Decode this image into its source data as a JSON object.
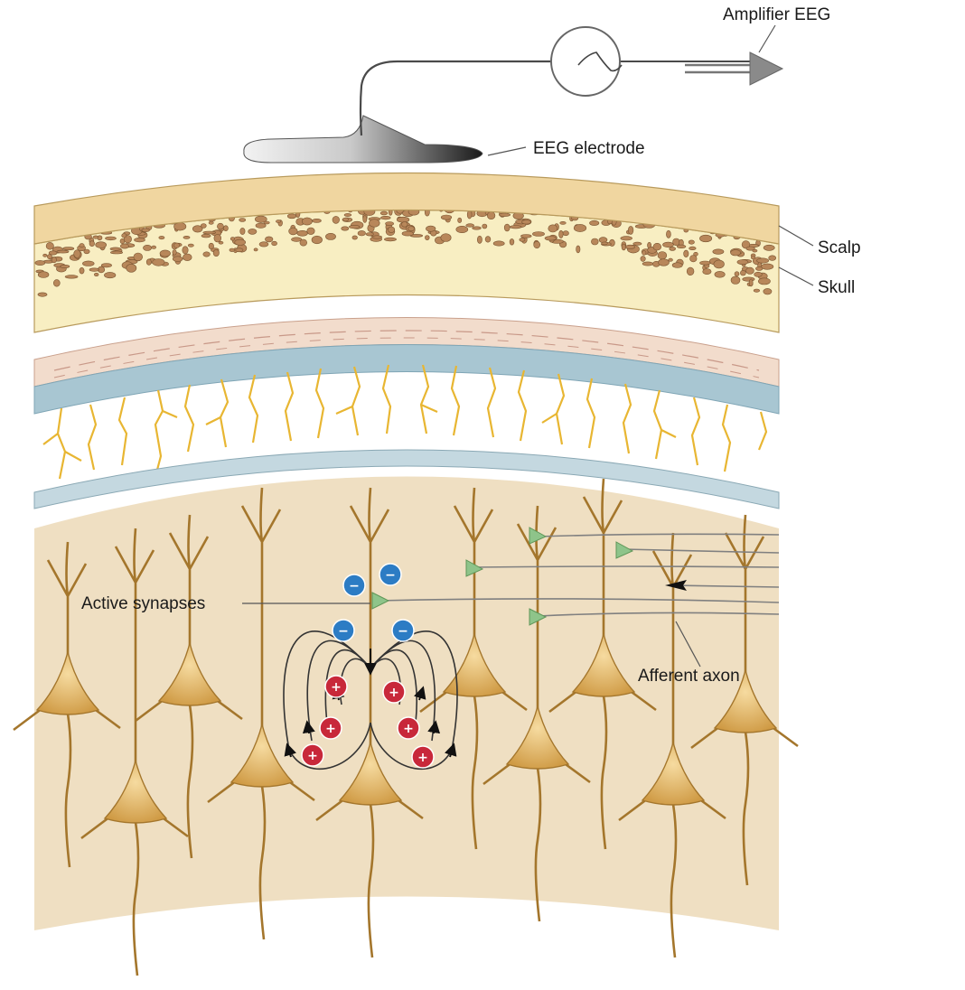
{
  "labels": {
    "amplifier": "Amplifier EEG",
    "electrode": "EEG electrode",
    "scalp": "Scalp",
    "skull": "Skull",
    "active_synapses": "Active synapses",
    "afferent_axon": "Afferent axon"
  },
  "symbols": {
    "negative": "−",
    "positive": "+"
  },
  "colors": {
    "scalp": "#f0d6a0",
    "skull": "#f8eec2",
    "bone_speck": "#b8875a",
    "dura": "#f2dccc",
    "arachnoid": "#a8c6d2",
    "csf_space": "#ffffff",
    "vessel": "#e8b632",
    "pia": "#c4d8e0",
    "cortex": "#efdfc2",
    "neuron": "#d9a64e",
    "neuron_edge": "#a4762c",
    "synapse": "#8ec48a",
    "negative_charge": "#2c7cc4",
    "positive_charge": "#c8283a",
    "wire": "#4a4a4a",
    "arrow": "#909090"
  }
}
